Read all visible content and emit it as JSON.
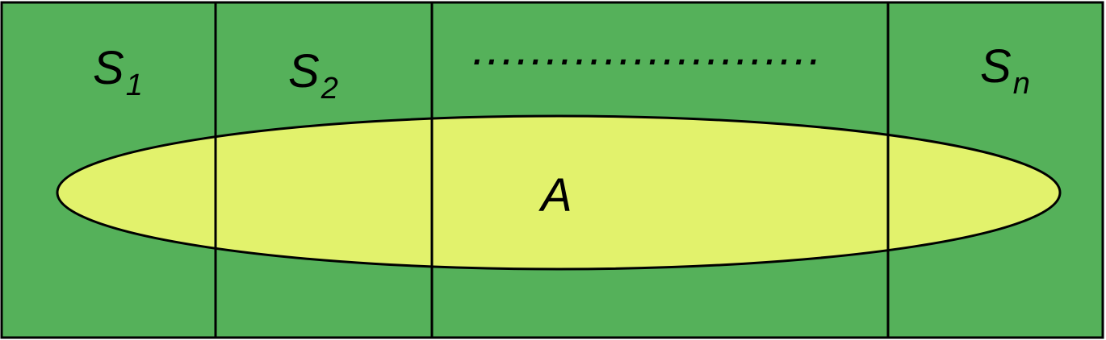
{
  "colors": {
    "background": "#55b15a",
    "ellipse": "#e2f26c",
    "stroke": "#000000"
  },
  "partitions": [
    {
      "base": "S",
      "sub": "1"
    },
    {
      "base": "S",
      "sub": "2"
    },
    {
      "base": "",
      "sub": ""
    },
    {
      "base": "S",
      "sub": "n"
    }
  ],
  "ellipsis": "........................",
  "set_label": "A"
}
